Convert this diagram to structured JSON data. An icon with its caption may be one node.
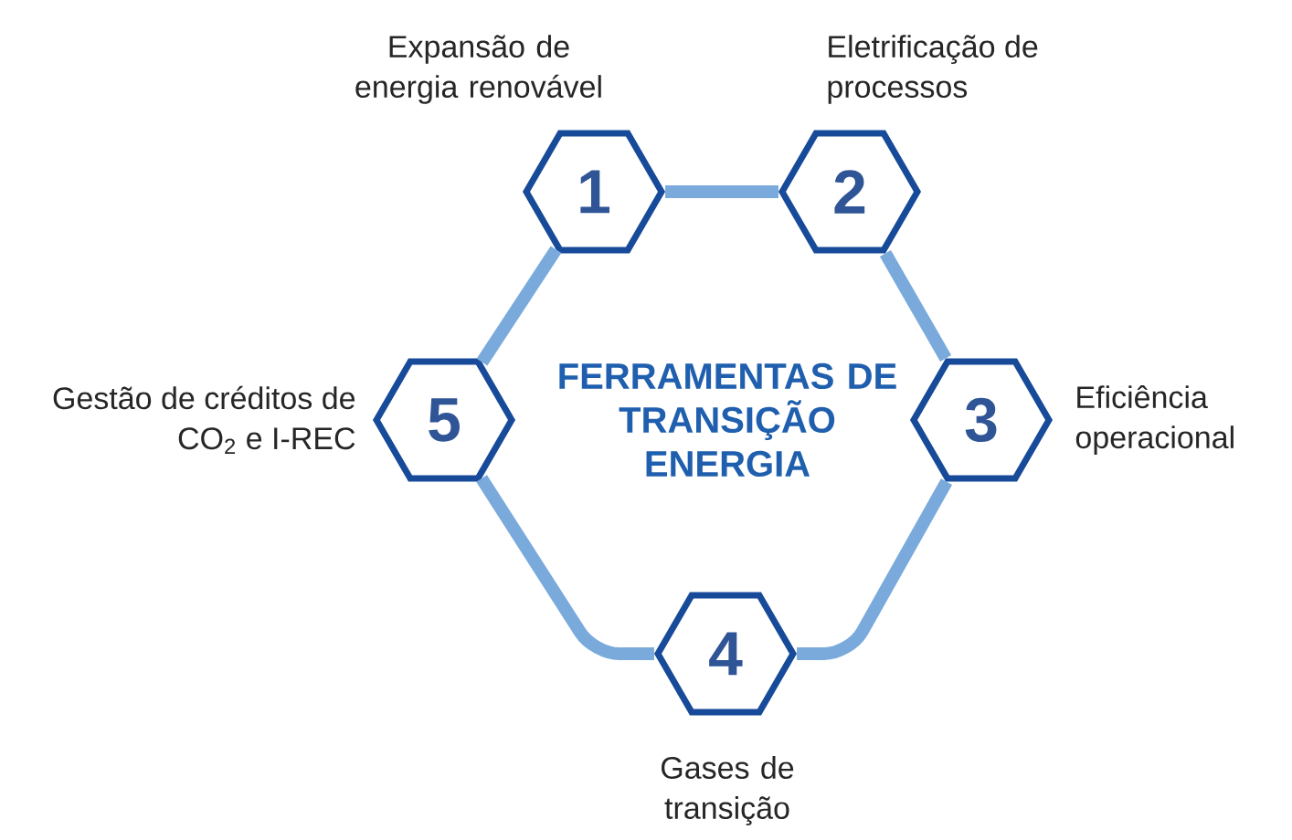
{
  "diagram": {
    "nodes": [
      {
        "text": [
          "1"
        ],
        "beside": [
          "Expansão de energia renovável"
        ]
      },
      {
        "text": [
          "2"
        ],
        "beside": [
          "Eletrificação de processos"
        ]
      },
      {
        "text": [
          "3"
        ],
        "beside": [
          "Eficiência operacional"
        ]
      },
      {
        "text": [
          "4"
        ],
        "beside": [
          "Gases de transição"
        ]
      },
      {
        "text": [
          "5"
        ],
        "beside": [
          "Gestão de créditos de CO$_{2}$ e I-REC"
        ]
      }
    ],
    "edges": [
      {
        "from": 0,
        "to": 1,
        "arrow": "none"
      },
      {
        "from": 1,
        "to": 2,
        "arrow": "none"
      },
      {
        "from": 2,
        "to": 3,
        "arrow": "none"
      },
      {
        "from": 3,
        "to": 4,
        "arrow": "none"
      },
      {
        "from": 4,
        "to": 0,
        "arrow": "none"
      }
    ],
    "labels": [
      "FERRAMENTAS DE TRANSIÇÃO ENERGIA"
    ]
  }
}
